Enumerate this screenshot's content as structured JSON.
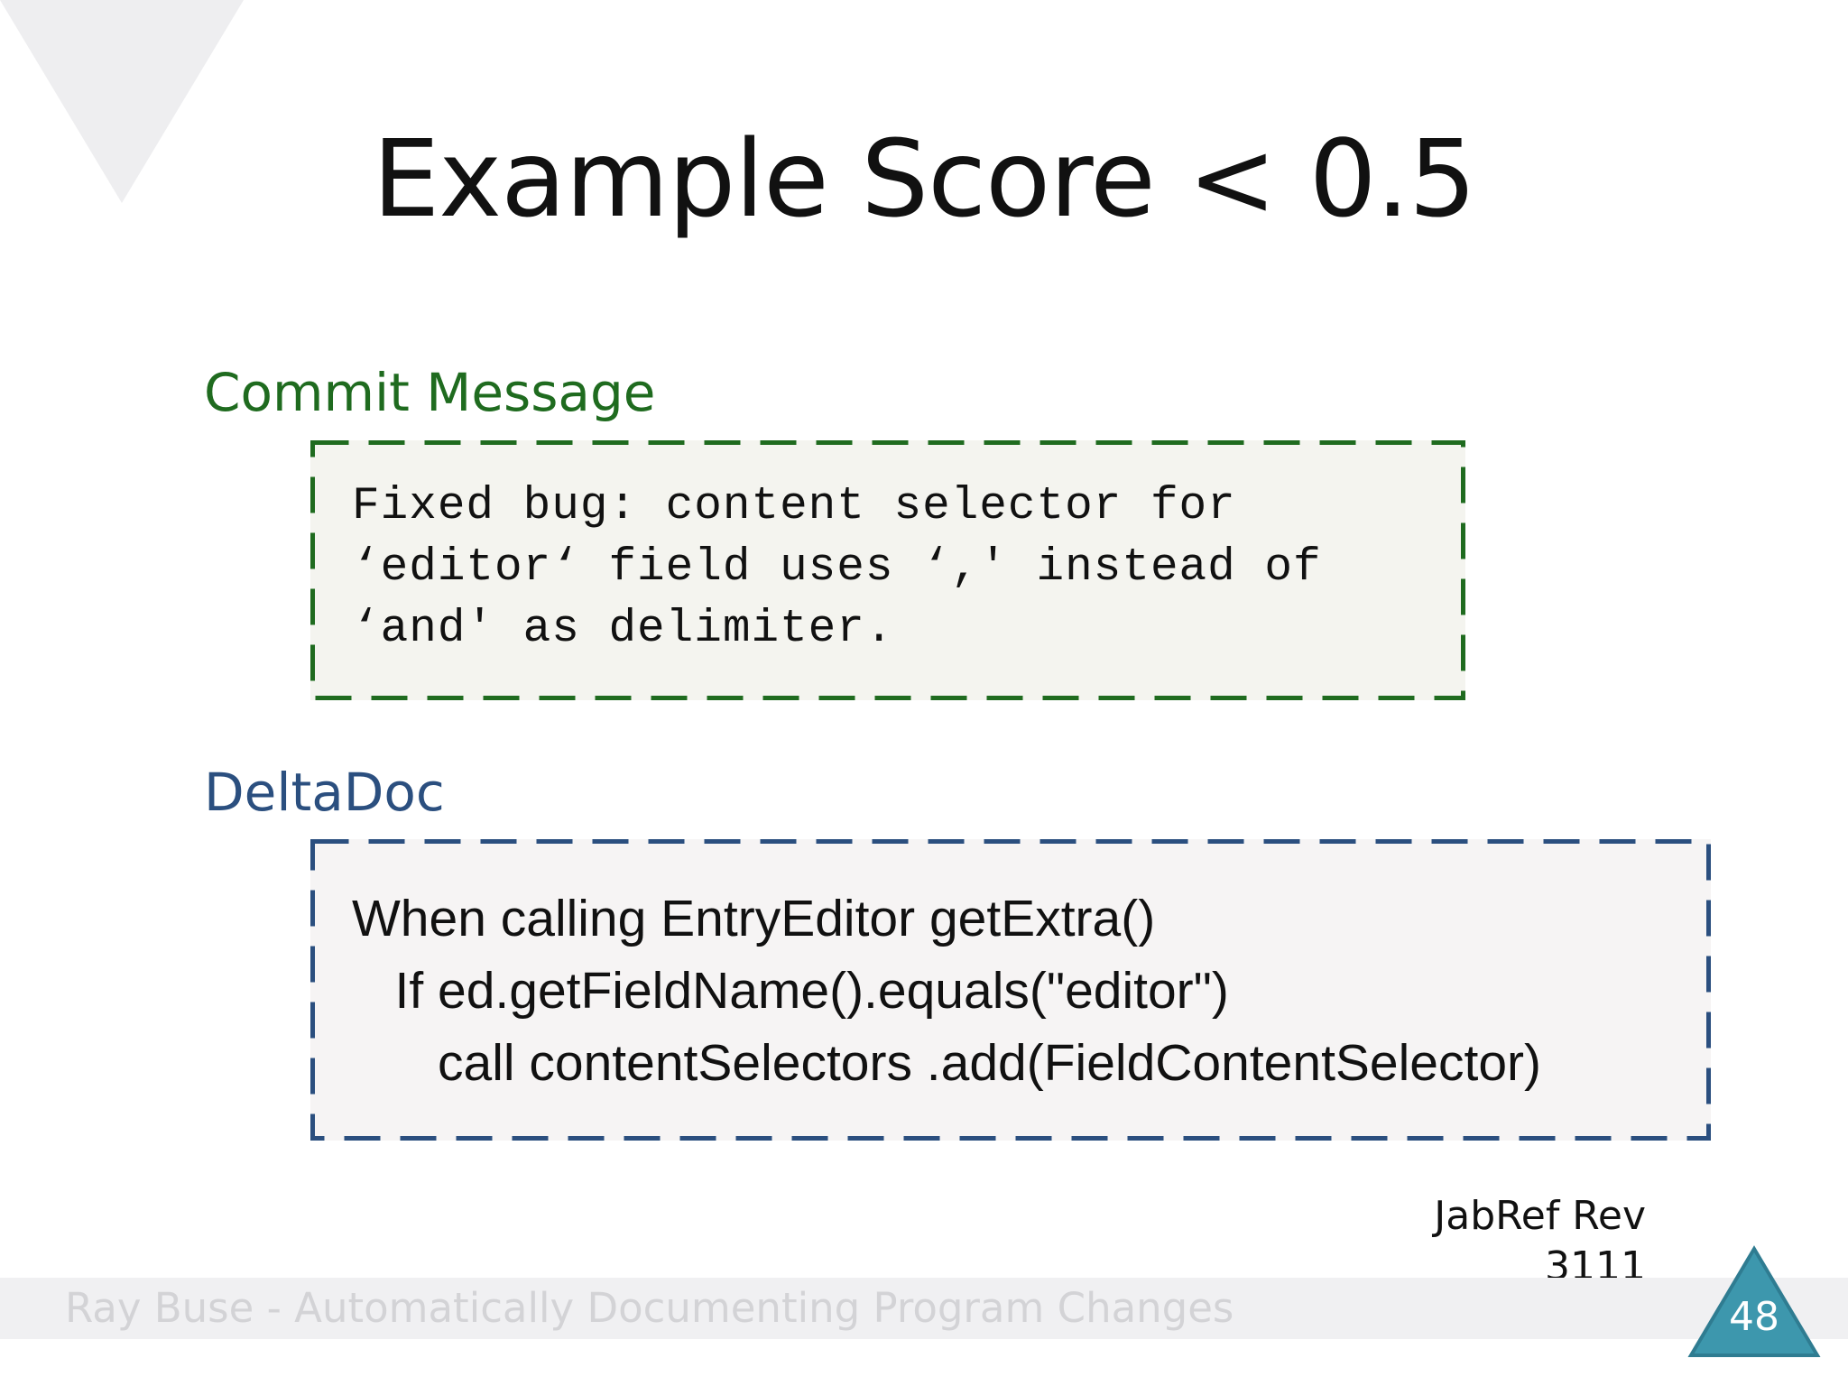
{
  "slide": {
    "title": "Example Score < 0.5",
    "commit_section": {
      "label": "Commit Message",
      "lines": [
        "Fixed bug: content selector for",
        "‘editor‘ field uses ‘,' instead of",
        "‘and' as delimiter."
      ]
    },
    "delta_section": {
      "label": "DeltaDoc",
      "lines": [
        "When calling EntryEditor getExtra()",
        "   If ed.getFieldName().equals(\"editor\")",
        "      call contentSelectors .add(FieldContentSelector)"
      ]
    },
    "revision": "JabRef Rev 3111",
    "footer": "Ray Buse - Automatically Documenting Program Changes",
    "page_number": "48"
  },
  "colors": {
    "commit_accent": "#1f6b1f",
    "delta_accent": "#2b4f7f",
    "page_badge": "#3d97ad"
  }
}
